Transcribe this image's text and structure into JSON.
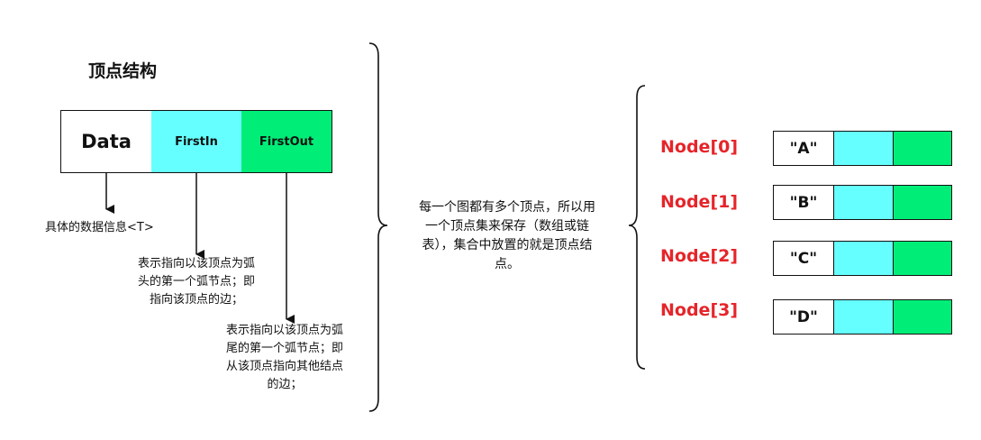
{
  "title": "顶点结构",
  "vertex": {
    "data": "Data",
    "first_in": "FirstIn",
    "first_out": "FirstOut"
  },
  "notes": {
    "data_desc": "具体的数据信息<T>",
    "first_in_desc": [
      "表示指向以该顶点为弧",
      "头的第一个弧节点；即",
      "指向该顶点的边；"
    ],
    "first_out_desc": [
      "表示指向以该顶点为弧",
      "尾的第一个弧节点；即",
      "从该顶点指向其他结点",
      "的边；"
    ]
  },
  "middle_text": [
    "每一个图都有多个顶点，所以用",
    "一个顶点集来保存（数组或链",
    "表），集合中放置的就是顶点结",
    "点。"
  ],
  "nodes": [
    {
      "label": "Node[0]",
      "value": "\"A\""
    },
    {
      "label": "Node[1]",
      "value": "\"B\""
    },
    {
      "label": "Node[2]",
      "value": "\"C\""
    },
    {
      "label": "Node[3]",
      "value": "\"D\""
    }
  ],
  "colors": {
    "first_in": "#66ffff",
    "first_out": "#00ee77",
    "node_label": "#e5252a"
  }
}
